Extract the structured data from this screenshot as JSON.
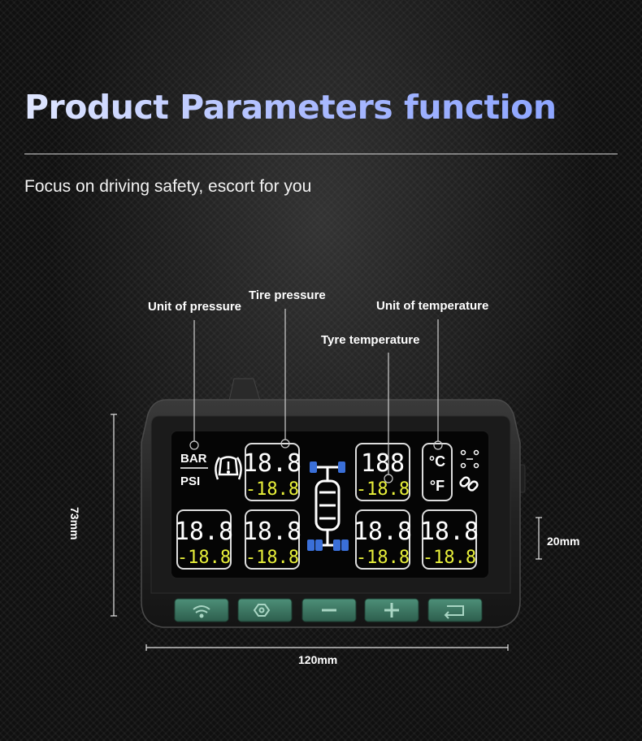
{
  "header": {
    "title": "Product Parameters function",
    "subtitle": "Focus on driving safety, escort for you"
  },
  "callouts": {
    "unit_of_pressure": "Unit of pressure",
    "tire_pressure": "Tire pressure",
    "unit_of_temperature": "Unit of temperature",
    "tyre_temperature": "Tyre temperature"
  },
  "dimensions": {
    "height": "73mm",
    "width": "120mm",
    "depth": "20mm"
  },
  "display": {
    "unit_bar": "BAR",
    "unit_psi": "PSI",
    "unit_celsius": "°C",
    "unit_fahrenheit": "°F",
    "pressure_reading": "18.8",
    "temperature_reading": "-18.8",
    "top_right_pressure": "188",
    "top_right_temperature": "-18.8"
  },
  "colors": {
    "pressure_digits": "#ffffff",
    "temperature_digits": "#e8f03a",
    "axle_blue": "#3a6fd8",
    "button_green": "#3e7a66"
  },
  "buttons": [
    "wifi-icon",
    "settings-icon",
    "minus-icon",
    "plus-icon",
    "back-icon"
  ]
}
